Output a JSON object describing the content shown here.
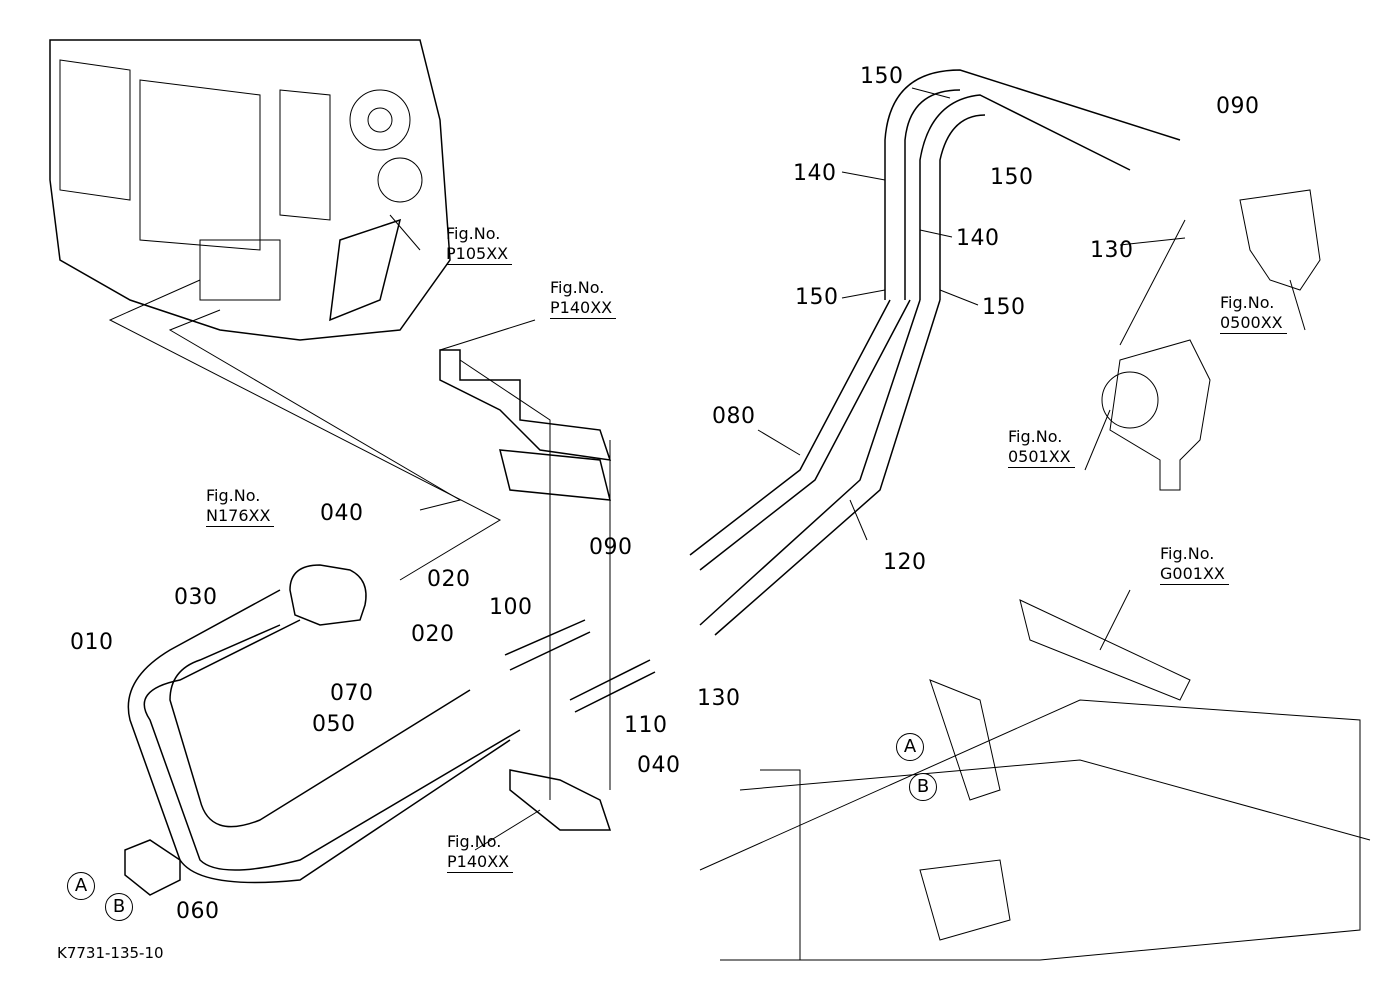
{
  "diagram_id": "K7731-135-10",
  "parts": [
    {
      "ref": "010"
    },
    {
      "ref": "020"
    },
    {
      "ref": "020"
    },
    {
      "ref": "030"
    },
    {
      "ref": "040"
    },
    {
      "ref": "040"
    },
    {
      "ref": "050"
    },
    {
      "ref": "060"
    },
    {
      "ref": "070"
    },
    {
      "ref": "080"
    },
    {
      "ref": "090"
    },
    {
      "ref": "090"
    },
    {
      "ref": "100"
    },
    {
      "ref": "110"
    },
    {
      "ref": "120"
    },
    {
      "ref": "130"
    },
    {
      "ref": "130"
    },
    {
      "ref": "140"
    },
    {
      "ref": "140"
    },
    {
      "ref": "150"
    },
    {
      "ref": "150"
    },
    {
      "ref": "150"
    },
    {
      "ref": "150"
    }
  ],
  "fig_refs": [
    {
      "line1": "Fig.No.",
      "line2": "P105XX"
    },
    {
      "line1": "Fig.No.",
      "line2": "P140XX"
    },
    {
      "line1": "Fig.No.",
      "line2": "0500XX"
    },
    {
      "line1": "Fig.No.",
      "line2": "0501XX"
    },
    {
      "line1": "Fig.No.",
      "line2": "N176XX"
    },
    {
      "line1": "Fig.No.",
      "line2": "G001XX"
    },
    {
      "line1": "Fig.No.",
      "line2": "P140XX"
    }
  ],
  "markers": [
    "A",
    "B",
    "A",
    "B"
  ]
}
